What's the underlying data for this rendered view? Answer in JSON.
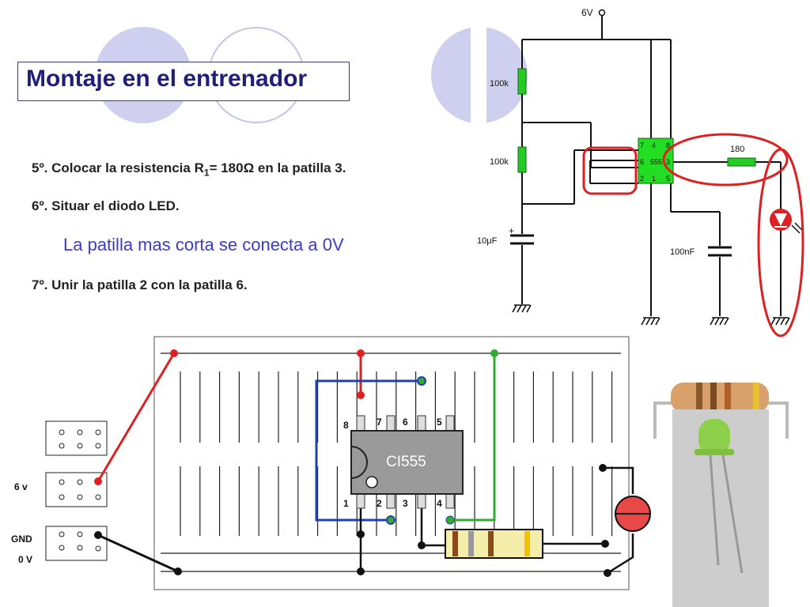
{
  "title": "Montaje en el entrenador",
  "steps": {
    "step5_prefix": "5º. Colocar la resistencia R",
    "step5_sub": "1",
    "step5_suffix": "= 180Ω en la patilla 3.",
    "step6": "6º. Situar el diodo LED.",
    "note": "La patilla mas corta se conecta a 0V",
    "step7": "7º. Unir la patilla 2 con la patilla 6."
  },
  "schematic": {
    "supply": "6V",
    "r_top": "100k",
    "r_mid": "100k",
    "cap_timing": "10μF",
    "cap_plus": "+",
    "cap_ctrl": "100nF",
    "r_out": "180",
    "chip_pins_top": [
      "7",
      "4",
      "8"
    ],
    "chip_pins_bottom": [
      "2",
      "1",
      "5"
    ],
    "chip_pin6": "6",
    "chip_pin3": "3",
    "chip_label": "555",
    "highlight_color": "#e02020",
    "component_color": "#22cc22"
  },
  "breadboard": {
    "chip_label": "CI555",
    "pins_top": [
      "8",
      "7",
      "6",
      "5"
    ],
    "pins_bottom": [
      "1",
      "2",
      "3",
      "4"
    ],
    "label_6v": "6 v",
    "label_gnd": "GND",
    "label_0v": "0 V",
    "wire_red": "#e02020",
    "wire_green": "#33aa33",
    "wire_blue": "#2040b0",
    "resistor_body": "#f5eeaa"
  }
}
